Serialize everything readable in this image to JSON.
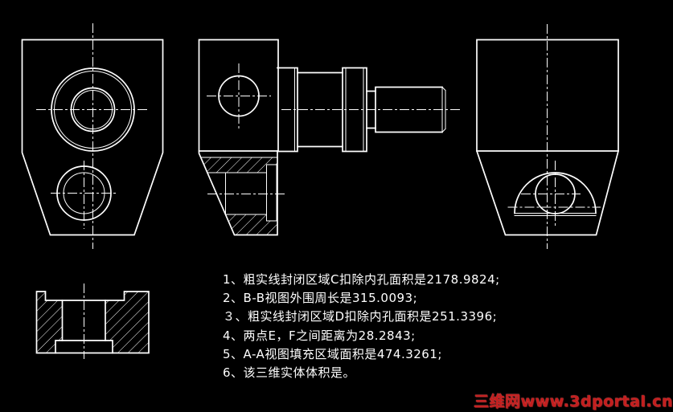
{
  "app": {
    "background": "#000000",
    "line_color": "#ffffff"
  },
  "notes": {
    "lines": [
      "1、粗实线封闭区域C扣除内孔面积是2178.9824;",
      "2、B-B视图外围周长是315.0093;",
      "３、粗实线封闭区域D扣除内孔面积是251.3396;",
      "4、两点E，F之间距离为28.2843;",
      "5、A-A视图填充区域面积是474.3261;",
      "6、该三维实体体积是。"
    ]
  },
  "measurements": {
    "area_C_minus_inner_holes": "2178.9824",
    "perimeter_B_B_outline": "315.0093",
    "area_D_minus_inner_holes": "251.3396",
    "distance_E_F": "28.2843",
    "area_A_A_filled": "474.3261"
  },
  "watermark": {
    "text": "三维网www.3dportal.cn",
    "color": "#c41e1e"
  }
}
